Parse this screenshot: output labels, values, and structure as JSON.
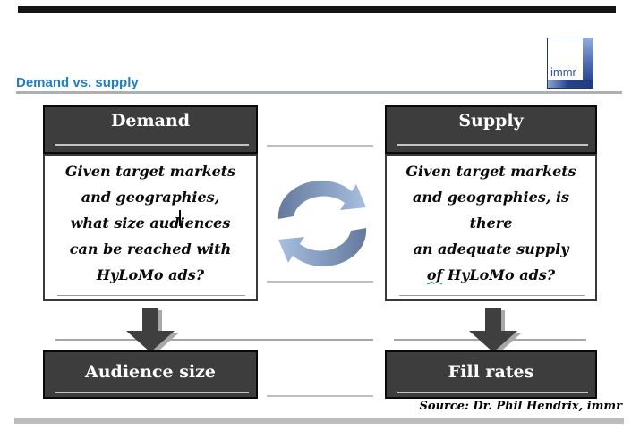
{
  "page": {
    "title": "Demand vs. supply",
    "source": "Source: Dr. Phil Hendrix, immr"
  },
  "logo": {
    "text": "immr"
  },
  "demand": {
    "header": "Demand",
    "body_lines": [
      "Given target markets",
      "and geographies,",
      "what size audiences",
      "can be reached with",
      "HyLoMo ads?"
    ],
    "result": "Audience size"
  },
  "supply": {
    "header": "Supply",
    "body_lines": [
      "Given target markets",
      "and geographies, is",
      "there",
      "an adequate supply"
    ],
    "last_line_word": "of",
    "last_line_rest": " HyLoMo ads?",
    "result": "Fill rates"
  },
  "colors": {
    "accent_blue": "#1E7FC8",
    "box_dark": "#3D3D3D",
    "rule_gray": "#BFBFBF",
    "top_bar_black": "#141414",
    "bottom_bar_gray": "#BDBDBD",
    "cycle_arrow_dark_blue": "#64799D",
    "cycle_arrow_light_blue": "#A8BFE0",
    "down_arrow_gray": "#3F3F3F",
    "squiggle_green": "#00A84F",
    "logo_navy": "#1F3C80"
  },
  "icons": {
    "center": "cycle-arrows-icon",
    "flow": "down-arrow-icon"
  }
}
